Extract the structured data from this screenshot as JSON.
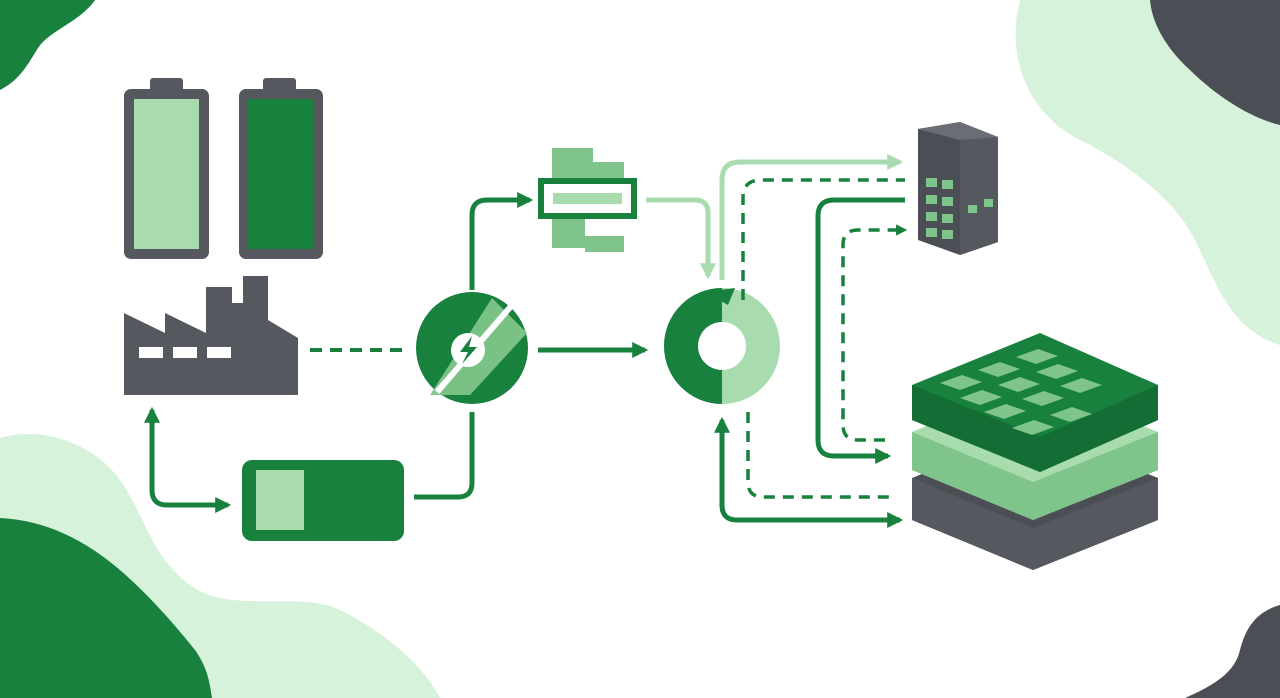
{
  "diagram": {
    "description_free": true,
    "colors": {
      "dark_green": "#17813d",
      "mid_green": "#7fc48a",
      "light_green": "#a8dcae",
      "pale_green": "#d6f2db",
      "charcoal": "#4b4f55",
      "dark_gray": "#55585e",
      "white": "#ffffff"
    },
    "icons": [
      "battery-light-icon",
      "battery-full-icon",
      "factory-icon",
      "battery-horizontal-icon",
      "recycle-circle-icon",
      "module-component-icon",
      "ring-process-icon",
      "office-building-icon",
      "layered-stack-icon"
    ],
    "connectors": [
      {
        "from": "factory-icon",
        "to": "recycle-circle-icon",
        "style": "dashed"
      },
      {
        "from": "factory-icon",
        "to": "battery-horizontal-icon",
        "style": "solid-bidirectional"
      },
      {
        "from": "battery-horizontal-icon",
        "to": "recycle-circle-icon",
        "style": "solid"
      },
      {
        "from": "recycle-circle-icon",
        "to": "module-component-icon",
        "style": "solid"
      },
      {
        "from": "recycle-circle-icon",
        "to": "ring-process-icon",
        "style": "solid"
      },
      {
        "from": "module-component-icon",
        "to": "ring-process-icon",
        "style": "light"
      },
      {
        "from": "ring-process-icon",
        "to": "office-building-icon",
        "style": "light"
      },
      {
        "from": "ring-process-icon",
        "to": "office-building-icon",
        "style": "dashed"
      },
      {
        "from": "layered-stack-icon",
        "to": "office-building-icon",
        "style": "dashed"
      },
      {
        "from": "office-building-icon",
        "to": "layered-stack-icon",
        "style": "solid"
      },
      {
        "from": "ring-process-icon",
        "to": "layered-stack-icon",
        "style": "dashed"
      },
      {
        "from": "ring-process-icon",
        "to": "layered-stack-icon",
        "style": "solid-bidirectional"
      }
    ]
  }
}
